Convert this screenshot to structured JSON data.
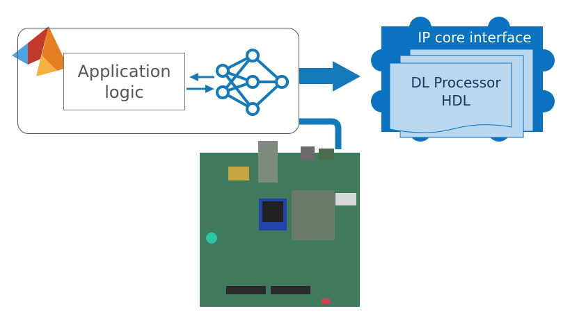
{
  "diagram": {
    "host": {
      "app_box_line1": "Application",
      "app_box_line2": "logic",
      "logo_icon": "matlab-membrane-logo",
      "network_icon": "neural-network"
    },
    "ip_core": {
      "title": "IP core interface",
      "processor_line1": "DL Processor",
      "processor_line2": "HDL"
    },
    "board": {
      "description": "FPGA development board"
    },
    "colors": {
      "accent_blue": "#1479b8",
      "ip_blue": "#0b72c2",
      "doc_light": "#b9d7ee",
      "doc_text": "#1d3557",
      "board_green": "#3f7a5c"
    }
  }
}
